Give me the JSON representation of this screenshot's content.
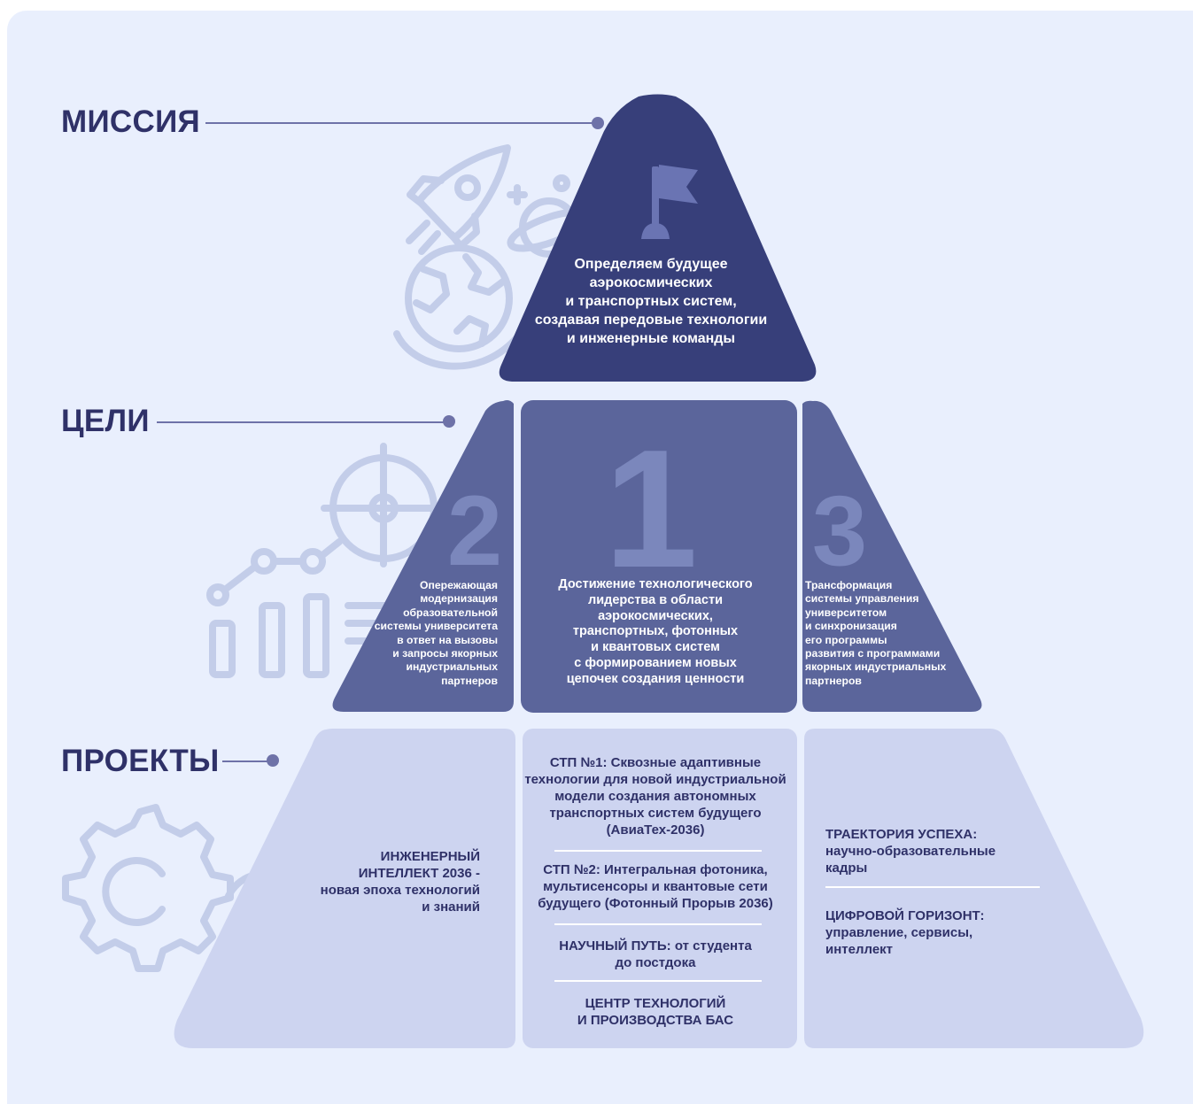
{
  "colors": {
    "background": "#e9effd",
    "mission_fill": "#373f7a",
    "goals_fill": "#5b659b",
    "projects_fill": "#cdd4f0",
    "label_text": "#2f3168",
    "connector": "#6e72a8",
    "decor_icons": "#c3cde9"
  },
  "levels": {
    "mission": "МИССИЯ",
    "goals": "ЦЕЛИ",
    "projects": "ПРОЕКТЫ"
  },
  "mission": {
    "icon": "flag-icon",
    "text": "Определяем будущее\nаэрокосмических\nи транспортных систем,\nсоздавая передовые технологии\nи инженерные команды"
  },
  "goals": [
    {
      "number": "1",
      "text": "Достижение технологического\nлидерства в области\nаэрокосмических,\nтранспортных, фотонных\nи квантовых систем\nс формированием новых\nцепочек создания ценности"
    },
    {
      "number": "2",
      "text": "Опережающая\nмодернизация\nобразовательной\nсистемы университета\nв ответ на вызовы\nи запросы якорных\nиндустриальных\nпартнеров"
    },
    {
      "number": "3",
      "text": "Трансформация\nсистемы управления\nуниверситетом\nи синхронизация\nего программы\nразвития с программами\nякорных индустриальных\nпартнеров"
    }
  ],
  "projects": {
    "left": {
      "text": "ИНЖЕНЕРНЫЙ\nИНТЕЛЛЕКТ 2036 -\nновая эпоха технологий\nи знаний"
    },
    "center": [
      {
        "text": "СТП №1: Сквозные адаптивные\nтехнологии для новой индустриальной\nмодели создания автономных\nтранспортных систем будущего\n(АвиаТех-2036)"
      },
      {
        "text": "СТП №2: Интегральная фотоника,\nмультисенсоры и квантовые сети\nбудущего (Фотонный Прорыв  2036)"
      },
      {
        "text": "НАУЧНЫЙ ПУТЬ: от студента\nдо постдока"
      },
      {
        "text": "ЦЕНТР ТЕХНОЛОГИЙ\nИ ПРОИЗВОДСТВА БАС"
      }
    ],
    "right": [
      {
        "title": "ТРАЕКТОРИЯ УСПЕХА:",
        "subtitle": "научно-образовательные\nкадры"
      },
      {
        "title": "ЦИФРОВОЙ ГОРИЗОНТ:",
        "subtitle": "управление, сервисы,\nинтеллект"
      }
    ]
  },
  "decor_icons": [
    "rocket-icon",
    "planet-icon",
    "globe-icon",
    "target-icon",
    "chart-icon",
    "gears-icon"
  ]
}
